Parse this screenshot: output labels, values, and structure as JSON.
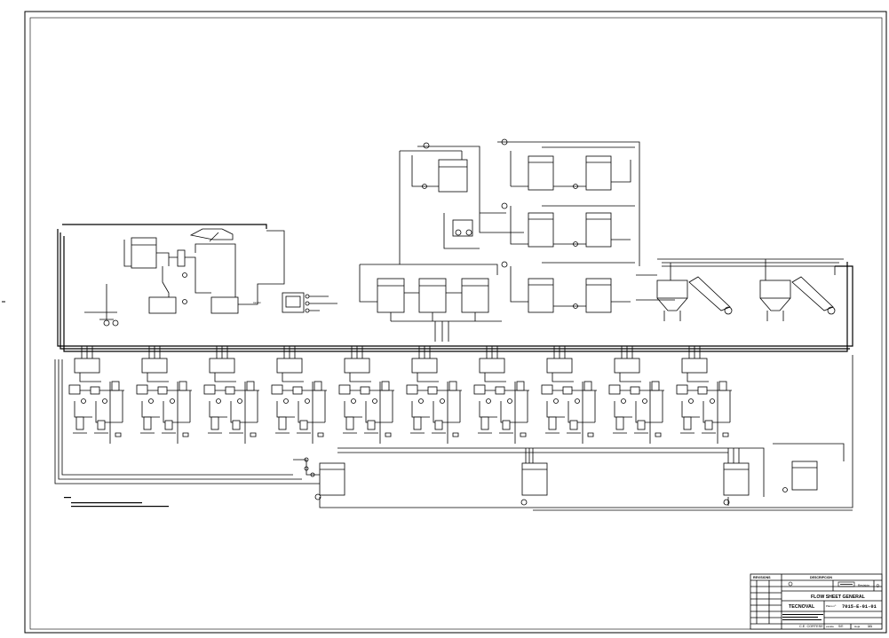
{
  "title_block": {
    "revision_header": "REVISIONS",
    "description_header": "DESCRIPCION",
    "company": "TECNOVAL",
    "drawing_title": "FLOW SHEET GENERAL",
    "drawing_number": "7015-E-01-01",
    "plano_label": "Plano nº",
    "revision_label": "Revisión",
    "revision_value": "0",
    "author_initials": "C.E. CORTESE",
    "scale_label": "escala",
    "scale_value": "S/E",
    "sheet_label": "Hoja",
    "sheet_value": "1/1"
  }
}
